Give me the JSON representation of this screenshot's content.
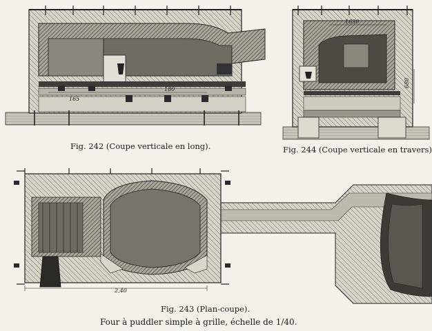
{
  "figures": {
    "fig242": {
      "caption": "Fig. 242 (Coupe verticale en long).",
      "dim_a": "180",
      "dim_b": "165"
    },
    "fig244": {
      "caption": "Fig. 244 (Coupe verticale en travers).",
      "dim_a": "1630",
      "dim_b": "680"
    },
    "fig243": {
      "caption": "Fig. 243 (Plan-coupe).",
      "dim_a": "2,40"
    }
  },
  "title": "Four à puddler simple à grille, échelle de 1/40."
}
